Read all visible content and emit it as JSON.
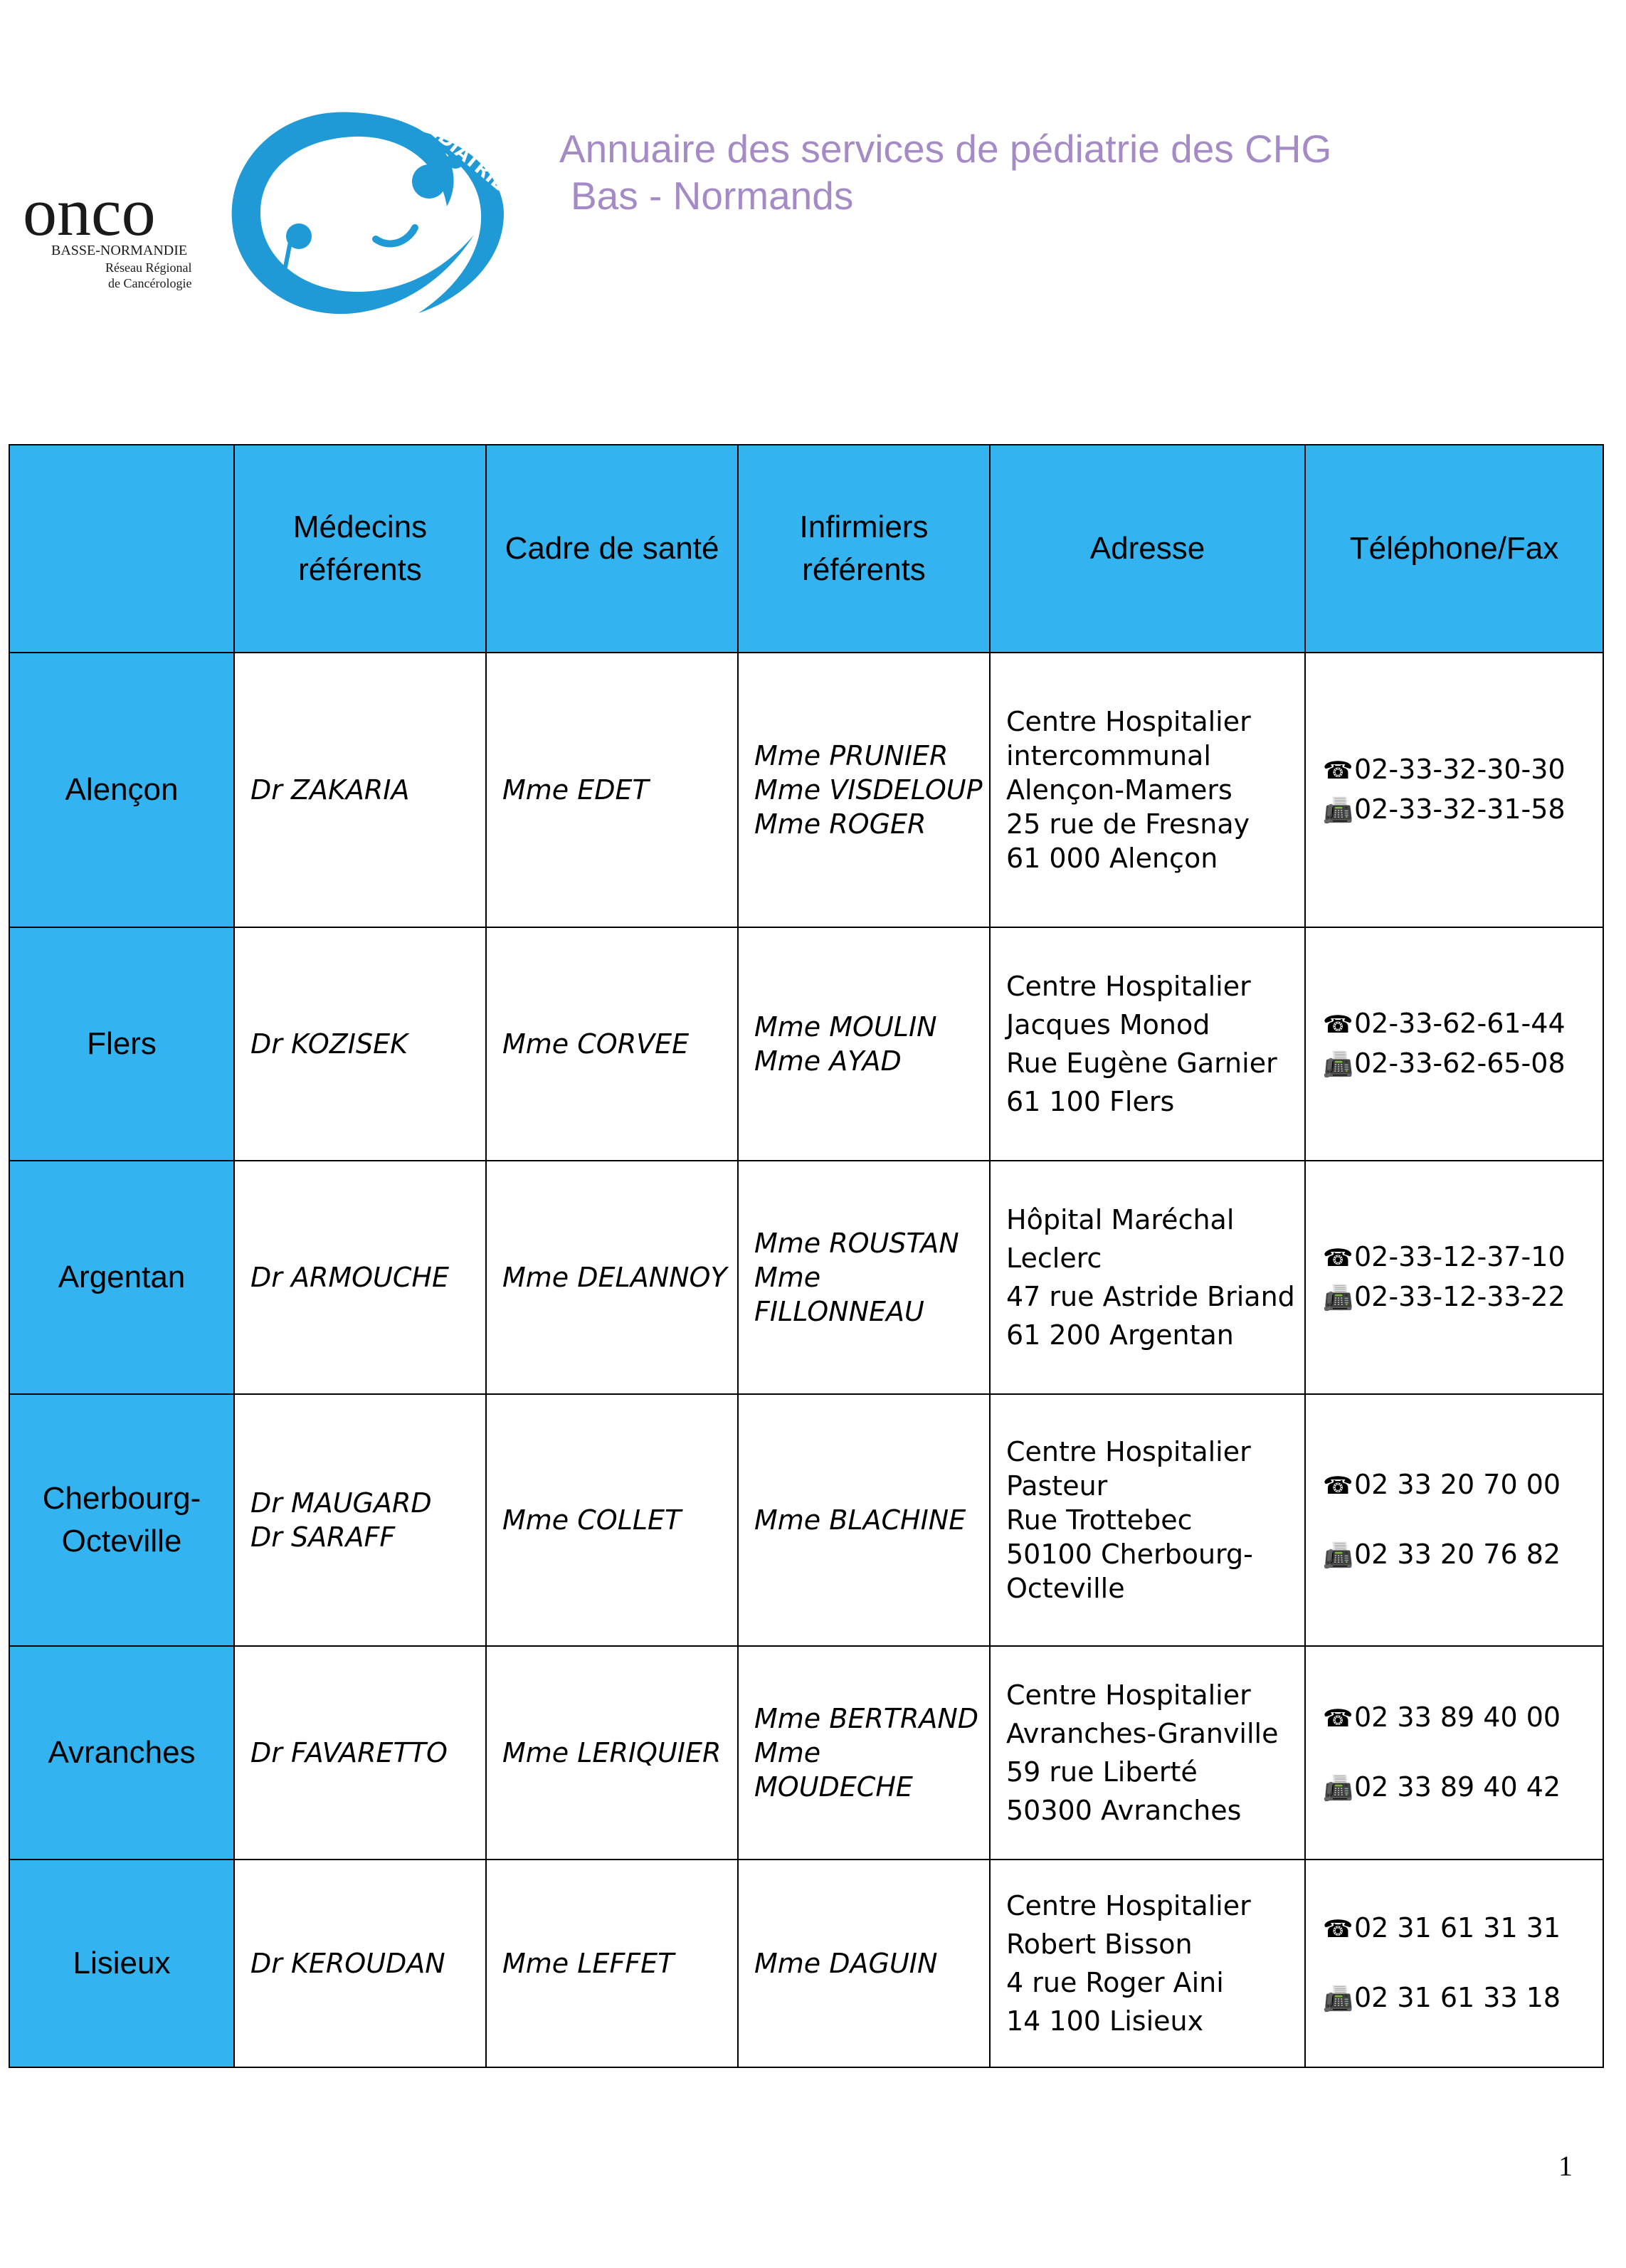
{
  "logo": {
    "brand": "onco",
    "region": "BASSE-NORMANDIE",
    "network_line1": "Réseau Régional",
    "network_line2": "de Cancérologie",
    "badge": "PÉDIATRIE"
  },
  "header": {
    "title_line1": "Annuaire des services de pédiatrie des CHG",
    "title_line2": "Bas - Normands"
  },
  "table": {
    "columns": [
      "",
      "Médecins référents",
      "Cadre de santé",
      "Infirmiers référents",
      "Adresse",
      "Téléphone/Fax"
    ],
    "rows": [
      {
        "city": "Alençon",
        "doctors": "Dr ZAKARIA",
        "cadre": "Mme EDET",
        "nurses": "Mme PRUNIER\nMme VISDELOUP\nMme ROGER",
        "address": [
          "Centre Hospitalier",
          "intercommunal",
          "Alençon-Mamers",
          "25 rue de Fresnay",
          "61 000 Alençon"
        ],
        "phone": "02-33-32-30-30",
        "fax": "02-33-32-31-58"
      },
      {
        "city": "Flers",
        "doctors": "Dr KOZISEK",
        "cadre": "Mme CORVEE",
        "nurses": "Mme MOULIN\nMme AYAD",
        "address": [
          "Centre Hospitalier",
          "Jacques Monod",
          "Rue Eugène Garnier",
          "61 100 Flers"
        ],
        "phone": "02-33-62-61-44",
        "fax": "02-33-62-65-08"
      },
      {
        "city": "Argentan",
        "doctors": "Dr ARMOUCHE",
        "cadre": "Mme DELANNOY",
        "nurses": "Mme ROUSTAN\nMme\nFILLONNEAU",
        "address": [
          "Hôpital Maréchal",
          "Leclerc",
          "47 rue Astride Briand",
          "61 200 Argentan"
        ],
        "phone": "02-33-12-37-10",
        "fax": "02-33-12-33-22"
      },
      {
        "city": "Cherbourg-\nOcteville",
        "doctors": "Dr MAUGARD\nDr SARAFF",
        "cadre": "Mme COLLET",
        "nurses": "Mme BLACHINE",
        "address": [
          "Centre Hospitalier",
          "Pasteur",
          "Rue Trottebec",
          "50100 Cherbourg-",
          "Octeville"
        ],
        "phone": "02 33 20 70 00",
        "fax": "02 33 20 76 82"
      },
      {
        "city": "Avranches",
        "doctors": "Dr FAVARETTO",
        "cadre": "Mme LERIQUIER",
        "nurses": "Mme BERTRAND\nMme\nMOUDECHE",
        "address": [
          "Centre Hospitalier",
          "Avranches-Granville",
          "59 rue Liberté",
          "50300 Avranches"
        ],
        "phone": "02 33 89 40 00",
        "fax": "02 33 89 40 42"
      },
      {
        "city": "Lisieux",
        "doctors": "Dr KEROUDAN",
        "cadre": "Mme LEFFET",
        "nurses": "Mme DAGUIN",
        "address": [
          "Centre Hospitalier",
          "Robert Bisson",
          "4 rue Roger Aini",
          "14 100 Lisieux"
        ],
        "phone": "02 31 61 31 31",
        "fax": "02 31 61 33 18"
      }
    ]
  },
  "page_number": "1"
}
